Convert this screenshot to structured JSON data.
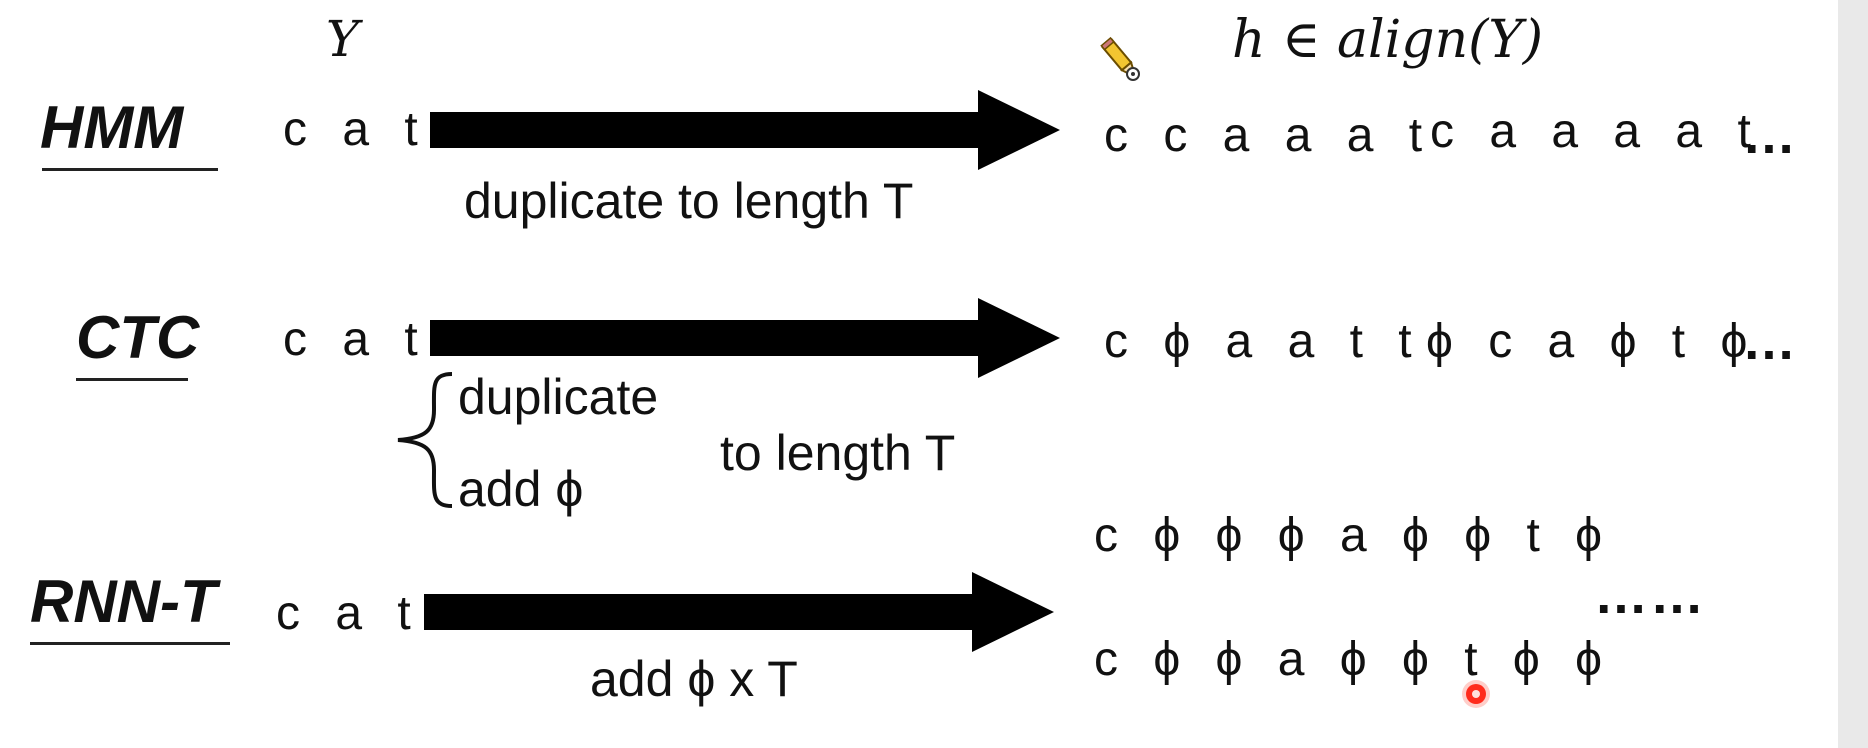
{
  "header": {
    "input_symbol": "Y",
    "output_symbol": "h ∈ align(Y)"
  },
  "rows": [
    {
      "model": "HMM",
      "input": "c a t",
      "rule": "duplicate to length T",
      "outputs": [
        "c c a a a t",
        "c a a a a t"
      ],
      "more": "…"
    },
    {
      "model": "CTC",
      "input": "c a t",
      "rule_lines": [
        "duplicate",
        "add ϕ"
      ],
      "rule_suffix": "to length T",
      "outputs": [
        "c ϕ a a t t",
        "ϕ c a ϕ t ϕ"
      ],
      "more": "…"
    },
    {
      "model": "RNN-T",
      "input": "c a t",
      "rule": "add ϕ x T",
      "outputs": [
        "c ϕ ϕ ϕ a ϕ ϕ t ϕ",
        "c ϕ ϕ a ϕ ϕ t ϕ ϕ"
      ],
      "more": "……"
    }
  ],
  "colors": {
    "ink": "#111111",
    "arrow": "#000000",
    "cursor": "#ff2b1c"
  },
  "icons": [
    "pencil-icon",
    "cursor-dot-icon"
  ]
}
